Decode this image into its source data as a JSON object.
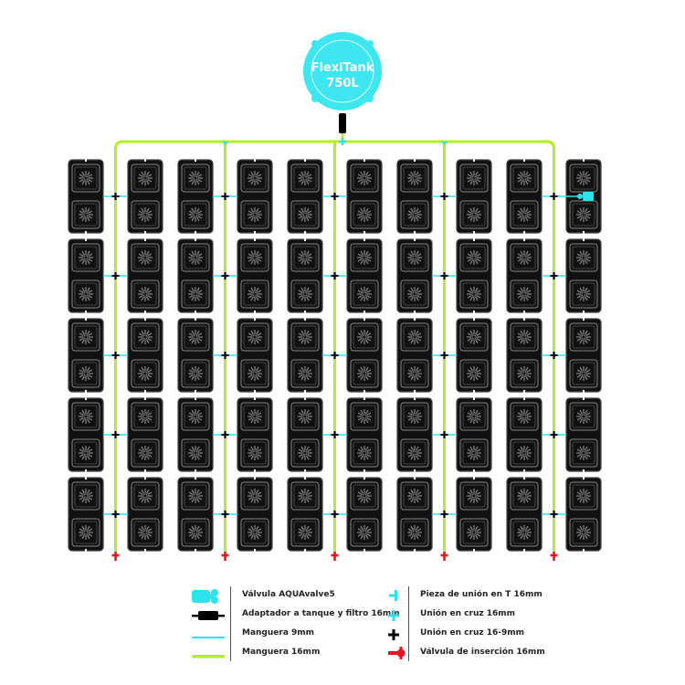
{
  "tank": {
    "name_line1": "FlexiTank",
    "name_line2": "750L",
    "color": "#3ee6f0"
  },
  "layout": {
    "column_pairs": 5,
    "rows": 5,
    "pots_per_module": 2,
    "valve_location": "top row, last column pair"
  },
  "colors": {
    "hose_16mm": "#b4f01e",
    "hose_9mm": "#2ee2ec",
    "cross_16_9": "#000000",
    "cross_16": "#2ee2ec",
    "insertion_valve": "#e8141e",
    "module": "#111111",
    "pot_line": "#888888"
  },
  "legend": {
    "left": [
      {
        "icon": "aquavalve-icon",
        "label": "Válvula AQUAvalve5"
      },
      {
        "icon": "tank-adapter-filter-icon",
        "label": "Adaptador a tanque y filtro 16mm"
      },
      {
        "icon": "hose-9mm-icon",
        "label": "Manguera 9mm"
      },
      {
        "icon": "hose-16mm-icon",
        "label": "Manguera 16mm"
      }
    ],
    "right": [
      {
        "icon": "t-connector-icon",
        "label": "Pieza de unión en T 16mm"
      },
      {
        "icon": "cross-16mm-icon",
        "label": "Unión en cruz 16mm"
      },
      {
        "icon": "cross-16-9mm-icon",
        "label": "Unión en cruz 16-9mm"
      },
      {
        "icon": "insertion-valve-icon",
        "label": "Válvula de inserción 16mm"
      }
    ]
  }
}
